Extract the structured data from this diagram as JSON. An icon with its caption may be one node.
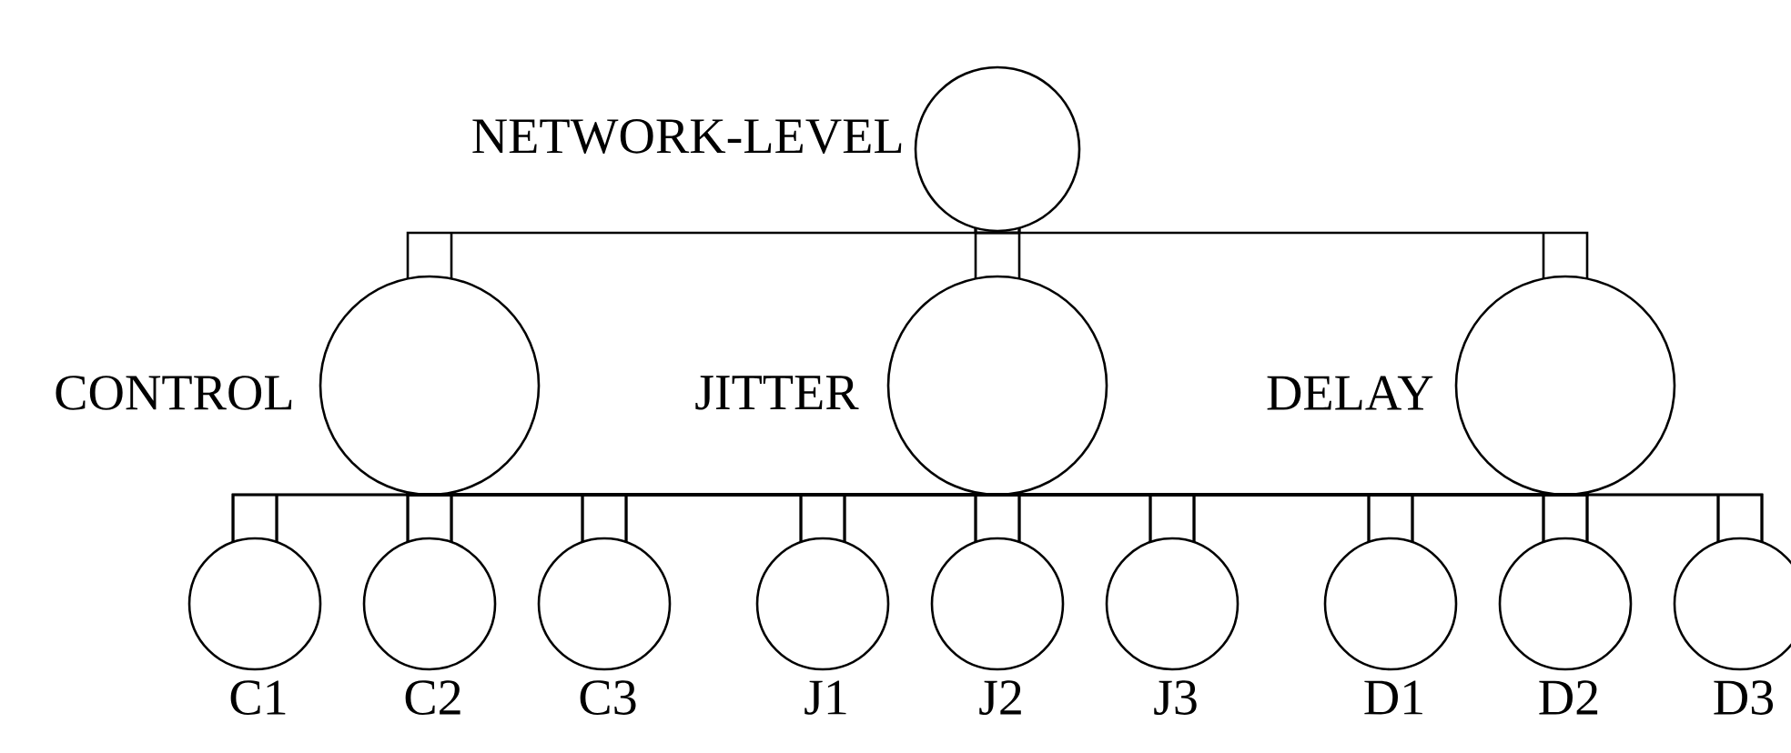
{
  "diagram": {
    "nodes": [
      {
        "text": [
          "NETWORK-LEVEL"
        ]
      },
      {
        "text": [
          "CONTROL"
        ]
      },
      {
        "text": [
          "JITTER"
        ]
      },
      {
        "text": [
          "DELAY"
        ]
      },
      {
        "text": [
          "C1"
        ]
      },
      {
        "text": [
          "C2"
        ]
      },
      {
        "text": [
          "C3"
        ]
      },
      {
        "text": [
          "J1"
        ]
      },
      {
        "text": [
          "J2"
        ]
      },
      {
        "text": [
          "J3"
        ]
      },
      {
        "text": [
          "D1"
        ]
      },
      {
        "text": [
          "D2"
        ]
      },
      {
        "text": [
          "D3"
        ]
      }
    ],
    "edges": [
      {
        "from": 0,
        "to": 1,
        "arrow": "none"
      },
      {
        "from": 0,
        "to": 2,
        "arrow": "none"
      },
      {
        "from": 0,
        "to": 3,
        "arrow": "none"
      },
      {
        "from": 1,
        "to": 4,
        "arrow": "none"
      },
      {
        "from": 1,
        "to": 5,
        "arrow": "none"
      },
      {
        "from": 1,
        "to": 6,
        "arrow": "none"
      },
      {
        "from": 1,
        "to": 7,
        "arrow": "none"
      },
      {
        "from": 1,
        "to": 8,
        "arrow": "none"
      },
      {
        "from": 1,
        "to": 9,
        "arrow": "none"
      },
      {
        "from": 1,
        "to": 10,
        "arrow": "none"
      },
      {
        "from": 1,
        "to": 11,
        "arrow": "none"
      },
      {
        "from": 1,
        "to": 12,
        "arrow": "none"
      },
      {
        "from": 2,
        "to": 4,
        "arrow": "none"
      },
      {
        "from": 2,
        "to": 5,
        "arrow": "none"
      },
      {
        "from": 2,
        "to": 6,
        "arrow": "none"
      },
      {
        "from": 2,
        "to": 7,
        "arrow": "none"
      },
      {
        "from": 2,
        "to": 8,
        "arrow": "none"
      },
      {
        "from": 2,
        "to": 9,
        "arrow": "none"
      },
      {
        "from": 2,
        "to": 10,
        "arrow": "none"
      },
      {
        "from": 2,
        "to": 11,
        "arrow": "none"
      },
      {
        "from": 2,
        "to": 12,
        "arrow": "none"
      },
      {
        "from": 3,
        "to": 4,
        "arrow": "none"
      },
      {
        "from": 3,
        "to": 5,
        "arrow": "none"
      },
      {
        "from": 3,
        "to": 6,
        "arrow": "none"
      },
      {
        "from": 3,
        "to": 7,
        "arrow": "none"
      },
      {
        "from": 3,
        "to": 8,
        "arrow": "none"
      },
      {
        "from": 3,
        "to": 9,
        "arrow": "none"
      },
      {
        "from": 3,
        "to": 10,
        "arrow": "none"
      },
      {
        "from": 3,
        "to": 11,
        "arrow": "none"
      },
      {
        "from": 3,
        "to": 12,
        "arrow": "none"
      }
    ]
  }
}
